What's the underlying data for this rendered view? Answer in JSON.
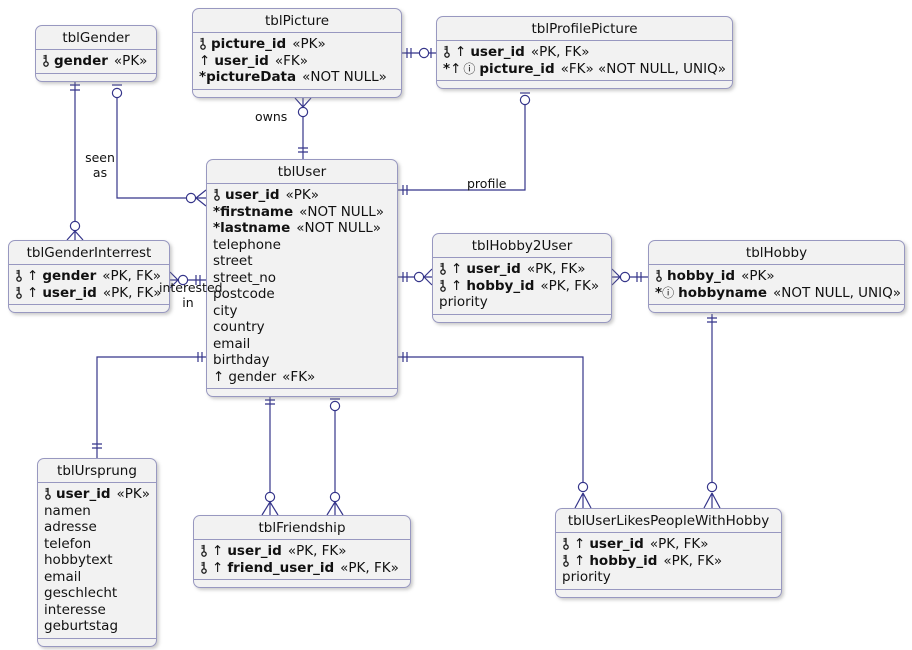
{
  "icons": {
    "fk_arrow": "↑",
    "not_null": "*",
    "unique": "ⓘ",
    "key": "⚷"
  },
  "labels": {
    "owns": "owns",
    "profile": "profile",
    "seen_as": [
      "seen",
      "as"
    ],
    "interested_in": [
      "interested",
      "in"
    ]
  },
  "colors": {
    "entity_fill": "#f2f2f2",
    "entity_border": "#9898c0",
    "line": "#35358a",
    "text": "#111111"
  },
  "tables": {
    "tblGender": {
      "title": "tblGender",
      "fields": [
        {
          "name": "gender",
          "stereo": "«PK»"
        }
      ]
    },
    "tblPicture": {
      "title": "tblPicture",
      "fields": [
        {
          "name": "picture_id",
          "stereo": "«PK»"
        },
        {
          "name": "user_id",
          "stereo": "«FK»"
        },
        {
          "name": "pictureData",
          "stereo": "«NOT NULL»"
        }
      ]
    },
    "tblProfilePicture": {
      "title": "tblProfilePicture",
      "fields": [
        {
          "name": "user_id",
          "stereo": "«PK, FK»"
        },
        {
          "name": "picture_id",
          "stereo": "«FK» «NOT NULL, UNIQ»"
        }
      ]
    },
    "tblUser": {
      "title": "tblUser",
      "fields": [
        {
          "name": "user_id",
          "stereo": "«PK»"
        },
        {
          "name": "firstname",
          "stereo": "«NOT NULL»"
        },
        {
          "name": "lastname",
          "stereo": "«NOT NULL»"
        },
        {
          "name": "telephone"
        },
        {
          "name": "street"
        },
        {
          "name": "street_no"
        },
        {
          "name": "postcode"
        },
        {
          "name": "city"
        },
        {
          "name": "country"
        },
        {
          "name": "email"
        },
        {
          "name": "birthday"
        },
        {
          "name": "gender",
          "stereo": "«FK»"
        }
      ]
    },
    "tblGenderInterrest": {
      "title": "tblGenderInterrest",
      "fields": [
        {
          "name": "gender",
          "stereo": "«PK, FK»"
        },
        {
          "name": "user_id",
          "stereo": "«PK, FK»"
        }
      ]
    },
    "tblHobby2User": {
      "title": "tblHobby2User",
      "fields": [
        {
          "name": "user_id",
          "stereo": "«PK, FK»"
        },
        {
          "name": "hobby_id",
          "stereo": "«PK, FK»"
        },
        {
          "name": "priority"
        }
      ]
    },
    "tblHobby": {
      "title": "tblHobby",
      "fields": [
        {
          "name": "hobby_id",
          "stereo": "«PK»"
        },
        {
          "name": "hobbyname",
          "stereo": "«NOT NULL, UNIQ»"
        }
      ]
    },
    "tblUrsprung": {
      "title": "tblUrsprung",
      "fields": [
        {
          "name": "user_id",
          "stereo": "«PK»"
        },
        {
          "name": "namen"
        },
        {
          "name": "adresse"
        },
        {
          "name": "telefon"
        },
        {
          "name": "hobbytext"
        },
        {
          "name": "email"
        },
        {
          "name": "geschlecht"
        },
        {
          "name": "interesse"
        },
        {
          "name": "geburtstag"
        }
      ]
    },
    "tblFriendship": {
      "title": "tblFriendship",
      "fields": [
        {
          "name": "user_id",
          "stereo": "«PK, FK»"
        },
        {
          "name": "friend_user_id",
          "stereo": "«PK, FK»"
        }
      ]
    },
    "tblUserLikesPeopleWithHobby": {
      "title": "tblUserLikesPeopleWithHobby",
      "fields": [
        {
          "name": "user_id",
          "stereo": "«PK, FK»"
        },
        {
          "name": "hobby_id",
          "stereo": "«PK, FK»"
        },
        {
          "name": "priority"
        }
      ]
    }
  }
}
